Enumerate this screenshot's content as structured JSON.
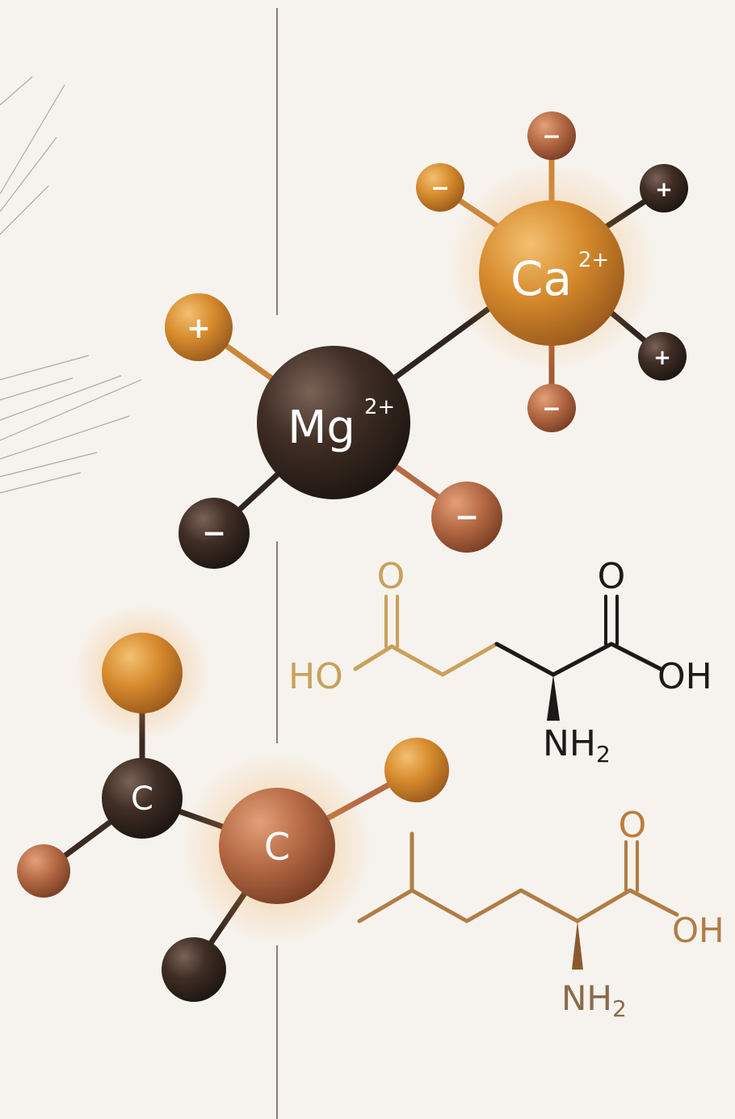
{
  "colors": {
    "background": "#f6f3ee",
    "dark_brown": "#3b2b22",
    "amber": "#d98f2e",
    "copper": "#b8663f",
    "gold_line": "#c9a15a",
    "black_line": "#1c1a18"
  },
  "ions": {
    "mg": {
      "symbol": "Mg",
      "charge": "2+"
    },
    "ca": {
      "symbol": "Ca",
      "charge": "2+"
    },
    "plus": "+",
    "minus": "−"
  },
  "carbon": {
    "c1": "C",
    "c2": "C"
  },
  "glutamic_acid": {
    "o_left": "O",
    "o_right": "O",
    "ho": "HO",
    "oh": "OH",
    "nh2_n": "NH",
    "nh2_sub": "2"
  },
  "leucine": {
    "o": "O",
    "oh": "OH",
    "nh2_n": "NH",
    "nh2_sub": "2"
  }
}
